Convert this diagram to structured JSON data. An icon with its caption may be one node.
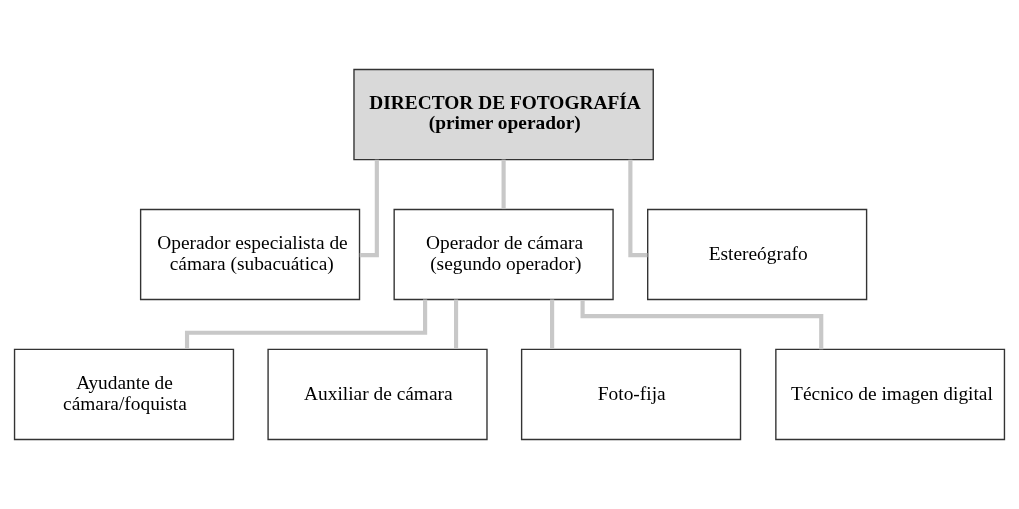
{
  "diagram": {
    "nodes": [
      {
        "text": [
          "DIRECTOR DE FOTOGRAFÍA",
          "(primer operador)"
        ]
      },
      {
        "text": [
          "Operador especialista de cámara (subacuática)"
        ]
      },
      {
        "text": [
          "Operador de cámara (segundo operador)"
        ]
      },
      {
        "text": [
          "Estereógrafo"
        ]
      },
      {
        "text": [
          "Ayudante de cámara/foquista"
        ]
      },
      {
        "text": [
          "Auxiliar de cámara"
        ]
      },
      {
        "text": [
          "Foto-fija"
        ]
      },
      {
        "text": [
          "Técnico de imagen digital"
        ]
      }
    ],
    "edges": [
      {
        "from": 0,
        "to": 1,
        "arrow": "none"
      },
      {
        "from": 0,
        "to": 2,
        "arrow": "none"
      },
      {
        "from": 0,
        "to": 3,
        "arrow": "none"
      },
      {
        "from": 2,
        "to": 4,
        "arrow": "none"
      },
      {
        "from": 2,
        "to": 5,
        "arrow": "none"
      },
      {
        "from": 2,
        "to": 6,
        "arrow": "none"
      },
      {
        "from": 2,
        "to": 7,
        "arrow": "none"
      }
    ]
  }
}
